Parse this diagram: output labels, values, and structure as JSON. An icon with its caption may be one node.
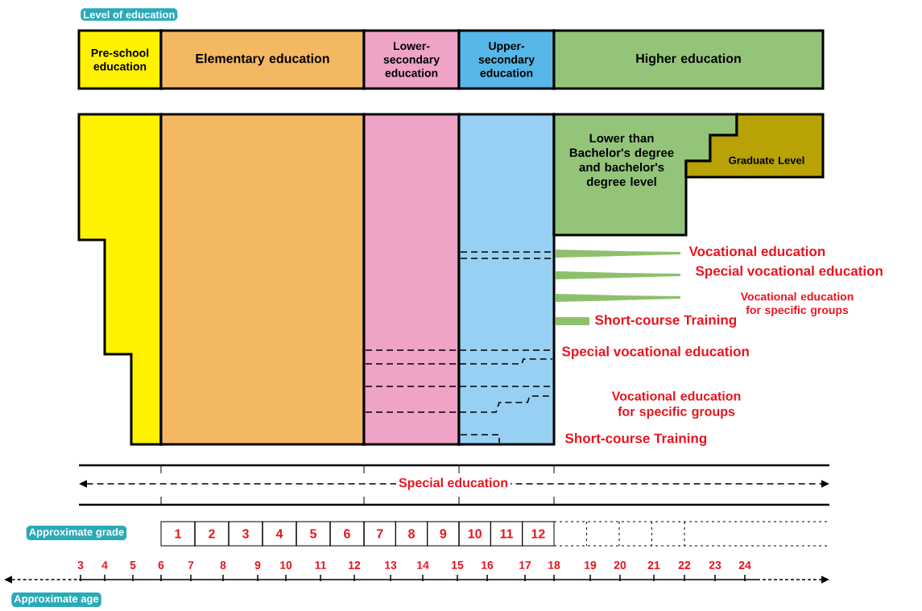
{
  "diagram": {
    "nodes": [
      {
        "text": [
          "Pre-school education"
        ]
      },
      {
        "text": [
          "Elementary education"
        ]
      },
      {
        "text": [
          "Lower-secondary education"
        ]
      },
      {
        "text": [
          "Upper-secondary education"
        ]
      },
      {
        "text": [
          "Higher education"
        ]
      },
      {
        "text": [],
        "shape": "bar"
      },
      {
        "text": [],
        "shape": "bar"
      },
      {
        "text": [],
        "shape": "bar"
      },
      {
        "text": [],
        "shape": "bar"
      },
      {
        "text": [
          "Lower than Bachelor's degree and bachelor's degree level"
        ]
      },
      {
        "text": [
          "Graduate Level"
        ]
      }
    ],
    "labels": [
      "Level of education",
      "Vocational education",
      "Special vocational education",
      "Vocational education for specific groups",
      "Short-course Training",
      "Special vocational education",
      "Vocational education for specific groups",
      "Short-course Training",
      "Special education",
      "Approximate grade",
      "1",
      "2",
      "3",
      "4",
      "5",
      "6",
      "7",
      "8",
      "9",
      "10",
      "11",
      "12",
      "3",
      "4",
      "5",
      "6",
      "7",
      "8",
      "9",
      "10",
      "11",
      "12",
      "13",
      "14",
      "15",
      "16",
      "17",
      "18",
      "19",
      "20",
      "21",
      "22",
      "23",
      "24",
      "Approximate age"
    ]
  }
}
